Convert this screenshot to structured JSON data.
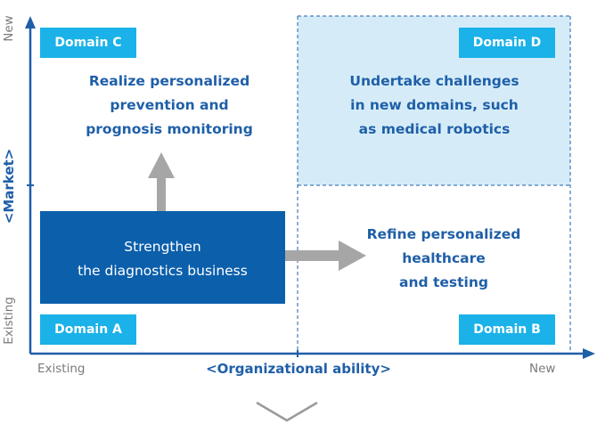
{
  "domains": {
    "c": {
      "label": "Domain C",
      "text": [
        "Realize personalized",
        "prevention and",
        "prognosis monitoring"
      ]
    },
    "d": {
      "label": "Domain D",
      "text": [
        "Undertake challenges",
        "in new domains, such",
        "as medical robotics"
      ]
    },
    "a": {
      "label": "Domain A",
      "text": [
        "Strengthen",
        "the diagnostics business"
      ]
    },
    "b": {
      "label": "Domain B",
      "text": [
        "Refine personalized",
        "healthcare",
        "and testing"
      ]
    }
  },
  "axes": {
    "y_label": "<Market>",
    "y_top": "New",
    "y_bottom": "Existing",
    "x_label": "<Organizational ability>",
    "x_left": "Existing",
    "x_right": "New"
  },
  "colors": {
    "axis": "#1f5fa8",
    "tag": "#1ab2e8",
    "domain_a_box": "#0b5fab",
    "domain_d_fill": "#d5ecf8",
    "arrow_gray": "#a6a6a6"
  },
  "icons": {
    "bottom": "chevron-down-icon"
  }
}
